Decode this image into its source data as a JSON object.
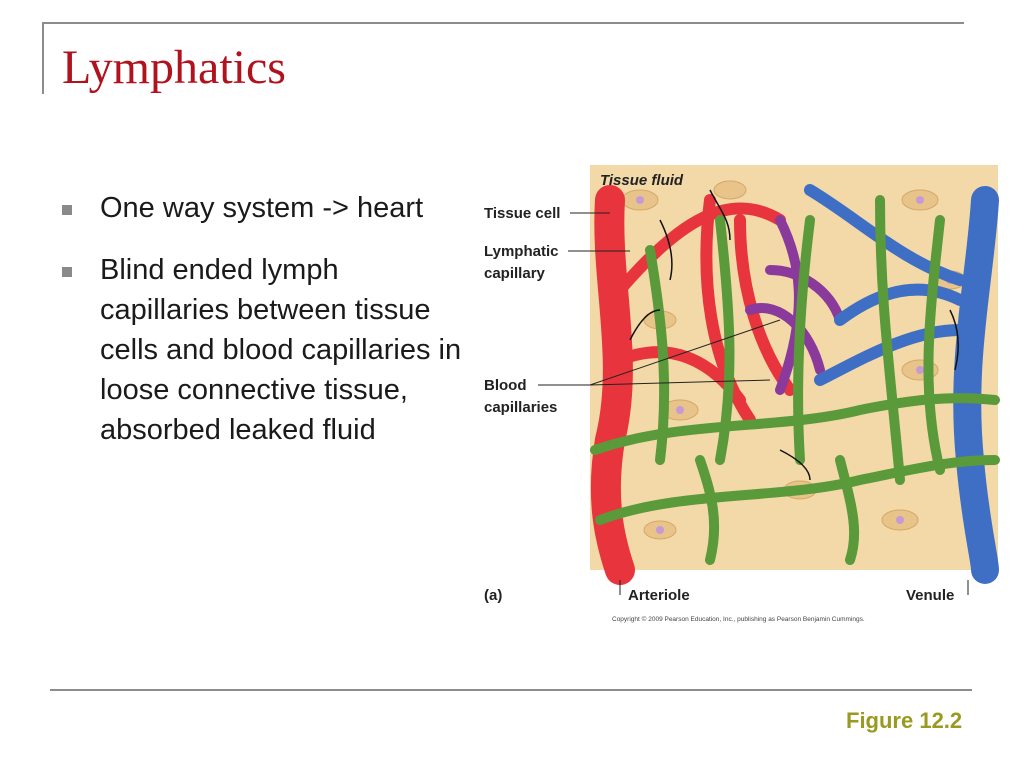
{
  "slide": {
    "title": "Lymphatics",
    "bullets": [
      {
        "text": "One way system -> heart"
      },
      {
        "text": "Blind ended lymph capillaries between tissue cells and blood capillaries in loose connective tissue, absorbed leaked fluid"
      }
    ],
    "figure_ref": "Figure 12.2"
  },
  "diagram": {
    "labels": {
      "tissue_fluid": "Tissue fluid",
      "tissue_cell": "Tissue cell",
      "lymphatic_capillary_1": "Lymphatic",
      "lymphatic_capillary_2": "capillary",
      "blood_capillaries_1": "Blood",
      "blood_capillaries_2": "capillaries",
      "arteriole": "Arteriole",
      "venule": "Venule",
      "panel": "(a)",
      "copyright": "Copyright © 2009 Pearson Education, Inc., publishing as Pearson Benjamin Cummings."
    },
    "colors": {
      "artery_red": "#e8343c",
      "vein_blue": "#3f6fc4",
      "capillary_purple": "#8a3a9a",
      "lymph_green": "#5a9a3a",
      "tissue_bg": "#f3d9a8"
    }
  }
}
